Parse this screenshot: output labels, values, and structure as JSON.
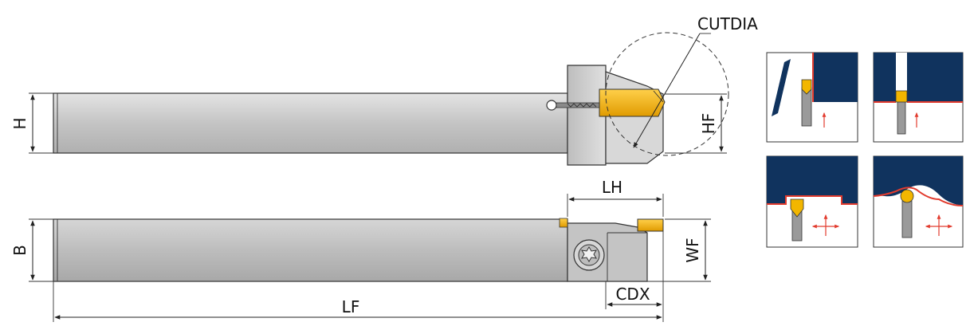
{
  "labels": {
    "cutdia": "CUTDIA",
    "h": "H",
    "hf": "HF",
    "lh": "LH",
    "b": "B",
    "wf": "WF",
    "cdx": "CDX",
    "lf": "LF"
  },
  "colors": {
    "shank_light": "#c9c9c9",
    "shank_dark": "#a9a9a9",
    "insert": "#f2b600",
    "workpiece": "#10335e",
    "contour_red": "#e23b2e",
    "arrow_red": "#e23b2e"
  },
  "icons": {
    "screw": "torx-screw-icon",
    "arrow": "feed-direction-arrow-icon"
  }
}
